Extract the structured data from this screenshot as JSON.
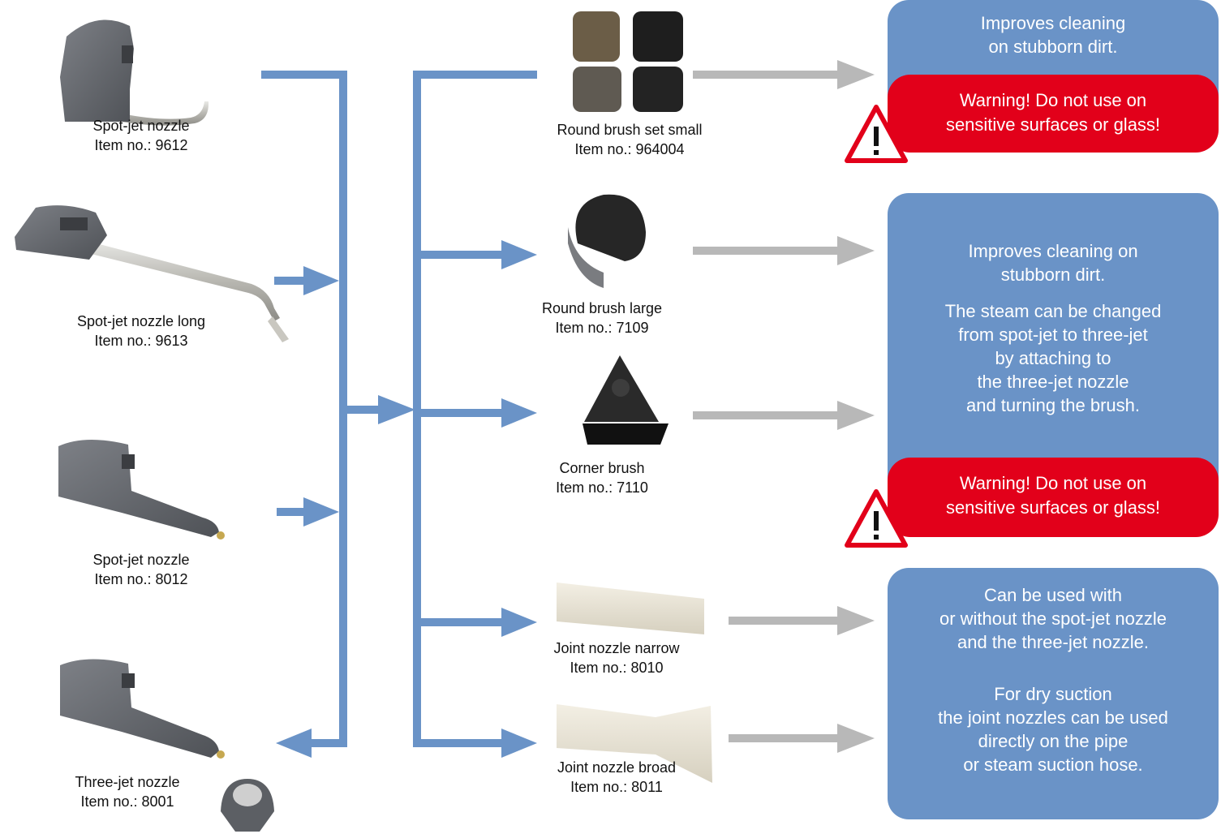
{
  "items_left": [
    {
      "name": "Spot-jet nozzle",
      "item": "Item no.: 9612"
    },
    {
      "name": "Spot-jet nozzle long",
      "item": "Item no.: 9613"
    },
    {
      "name": "Spot-jet nozzle",
      "item": "Item no.: 8012"
    },
    {
      "name": "Three-jet nozzle",
      "item": "Item no.: 8001"
    }
  ],
  "items_middle": [
    {
      "name": "Round brush set small",
      "item": "Item no.: 964004"
    },
    {
      "name": "Round brush large",
      "item": "Item no.: 7109"
    },
    {
      "name": "Corner brush",
      "item": "Item no.: 7110"
    },
    {
      "name": "Joint nozzle narrow",
      "item": "Item no.: 8010"
    },
    {
      "name": "Joint nozzle broad",
      "item": "Item no.: 8011"
    }
  ],
  "info_boxes": [
    {
      "text": "Improves cleaning\non stubborn dirt.",
      "warning": "Warning! Do not use on\nsensitive surfaces or glass!"
    },
    {
      "text": "Improves cleaning on\nstubborn dirt.",
      "text2": "The steam can be changed\nfrom spot-jet to three-jet\nby attaching to\nthe three-jet nozzle\nand turning the brush.",
      "warning": "Warning! Do not use on\nsensitive surfaces or glass!"
    },
    {
      "text": "Can be used with\nor without the spot-jet nozzle\nand the three-jet nozzle.",
      "text2": "For dry suction\nthe joint nozzles can be used\ndirectly on the pipe\nor steam suction hose."
    }
  ],
  "colors": {
    "connector_blue": "#6a93c7",
    "info_box": "#6a93c7",
    "warning_red": "#e2001a",
    "pointer_gray": "#b8b8b8"
  }
}
